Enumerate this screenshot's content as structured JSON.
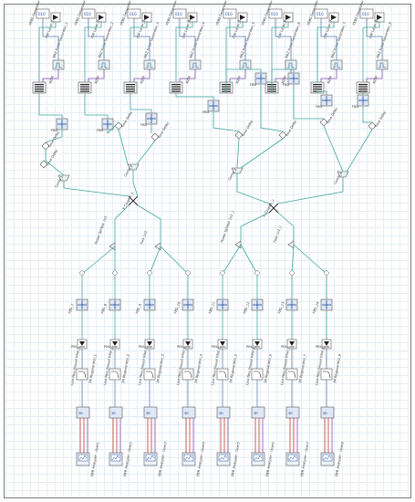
{
  "colors": {
    "wire_optical": "#3ea6a0",
    "wire_electrical": "#5a7fb0",
    "wire_modulation": "#8a4fb0",
    "wire_data": "#c03838",
    "block_border": "#555555",
    "block_fill": "#dfe8f4"
  },
  "top_row": {
    "prbs_label": "PRBS Generator",
    "cw_label": "CW Laser",
    "nrz_label": "NRZ Pulse Generator",
    "users": [
      "1",
      "2",
      "3",
      "4",
      "5",
      "6",
      "7",
      "8"
    ],
    "mod_label": "MZM",
    "fbg_label": "FBG",
    "delay_label": "Time Delay"
  },
  "combiners": [
    "Comb_1",
    "Comb_2",
    "Comb_3",
    "Comb_4"
  ],
  "couplers": [
    "X Coupler_1",
    "X Coupler_2"
  ],
  "splitters": [
    "Power Splitter 1x2",
    "Fork 1x2",
    "Power Splitter 1x2_1",
    "Fork 1x2_1"
  ],
  "receivers": {
    "fbg_labels": [
      "FBG_7",
      "FBG_8",
      "FBG_9",
      "FBG_10",
      "FBG_11",
      "FBG_12",
      "FBG_13",
      "FBG_14"
    ],
    "pin_label": "PIN",
    "filter_label": "Low Pass Bessel Filter",
    "regen_label": "3R Regenerator",
    "ber_label": "BER Analyzer",
    "users": [
      "User1",
      "User2",
      "User3",
      "User4",
      "User5",
      "User6",
      "User7",
      "User8"
    ]
  }
}
